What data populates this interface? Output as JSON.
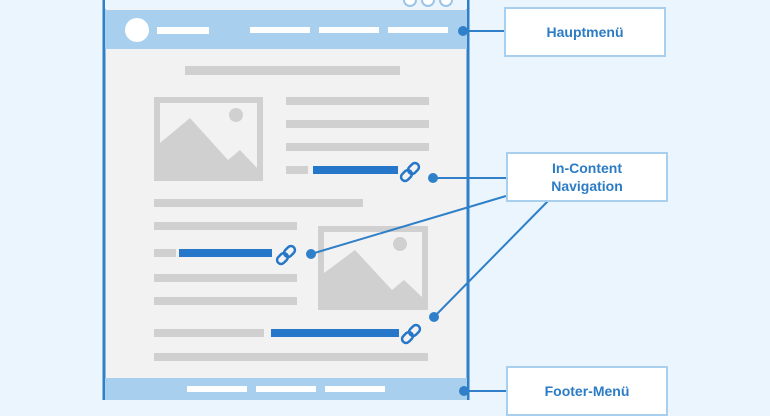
{
  "callouts": {
    "main_menu": "Hauptmenü",
    "in_content_nav_line1": "In-Content",
    "in_content_nav_line2": "Navigation",
    "footer_menu": "Footer-Menü"
  },
  "colors": {
    "background": "#eaf5fd",
    "frame": "#2f80c8",
    "bar": "#a9cfee",
    "page": "#f2f2f2",
    "placeholder": "#d0d0d0",
    "link": "#2677c9",
    "callout_text": "#2b7cc4",
    "callout_border": "#a9cfee"
  },
  "icons": [
    "link-chain-icon",
    "image-placeholder-icon",
    "logo-circle-icon",
    "window-control-dots-icon"
  ]
}
